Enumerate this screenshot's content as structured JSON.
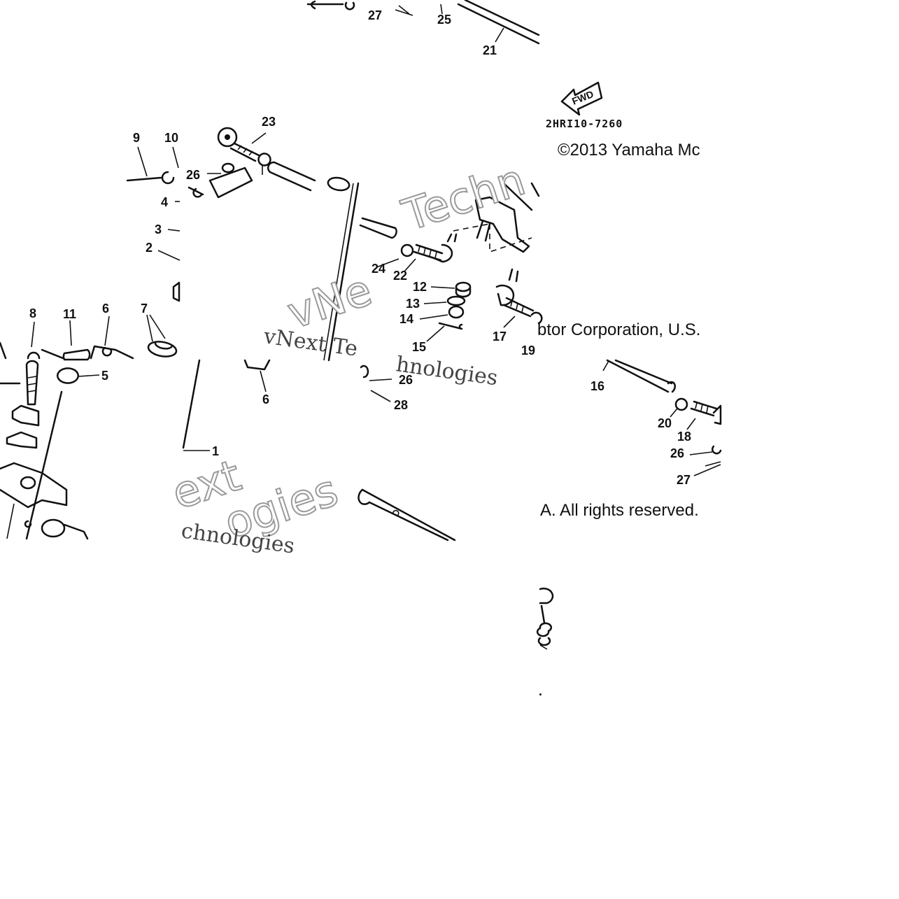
{
  "diagram": {
    "part_labels": [
      "27",
      "25",
      "21",
      "23",
      "9",
      "10",
      "26",
      "4",
      "3",
      "2",
      "8",
      "11",
      "6",
      "7",
      "5",
      "6",
      "1",
      "24",
      "22",
      "12",
      "13",
      "14",
      "15",
      "17",
      "19",
      "26",
      "28",
      "16",
      "20",
      "18",
      "26",
      "27"
    ],
    "drawing_code": "2HRI10-7260",
    "fwd_marker": "FWD",
    "copyright_parts": [
      "©2013 Yamaha Mc",
      "btor Corporation, U.S.",
      "A. All rights reserved."
    ],
    "period_mark": "."
  },
  "watermark": {
    "fragments": [
      "Techn",
      "vNe",
      "vNext Te",
      "hnologies",
      "ext",
      "ogies",
      "chnologies"
    ]
  }
}
